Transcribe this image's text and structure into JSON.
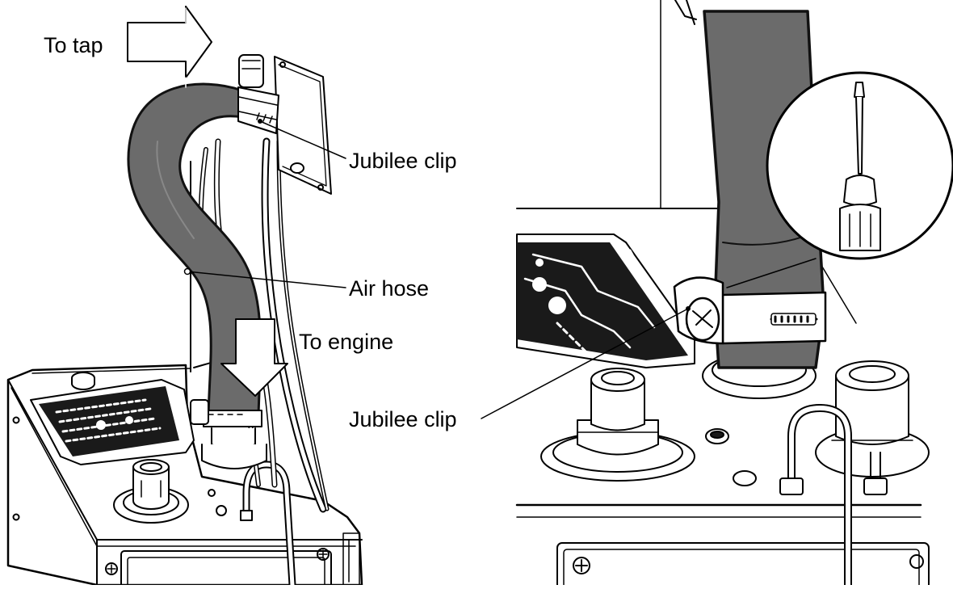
{
  "labels": {
    "to_tap": "To tap",
    "jubilee_clip_left": "Jubilee clip",
    "air_hose": "Air hose",
    "to_engine": "To engine",
    "jubilee_clip_right": "Jubilee clip"
  },
  "colors": {
    "hose": "#6b6b6b",
    "hose_outline": "#111111",
    "line_art": "#000000",
    "background": "#ffffff",
    "arrow_fill": "#ffffff",
    "plate": "#1a1a1a"
  },
  "icons": {
    "flow_arrow_tap": "right-arrow",
    "flow_arrow_engine": "down-arrow",
    "screwdriver": "flathead-screwdriver-icon"
  }
}
